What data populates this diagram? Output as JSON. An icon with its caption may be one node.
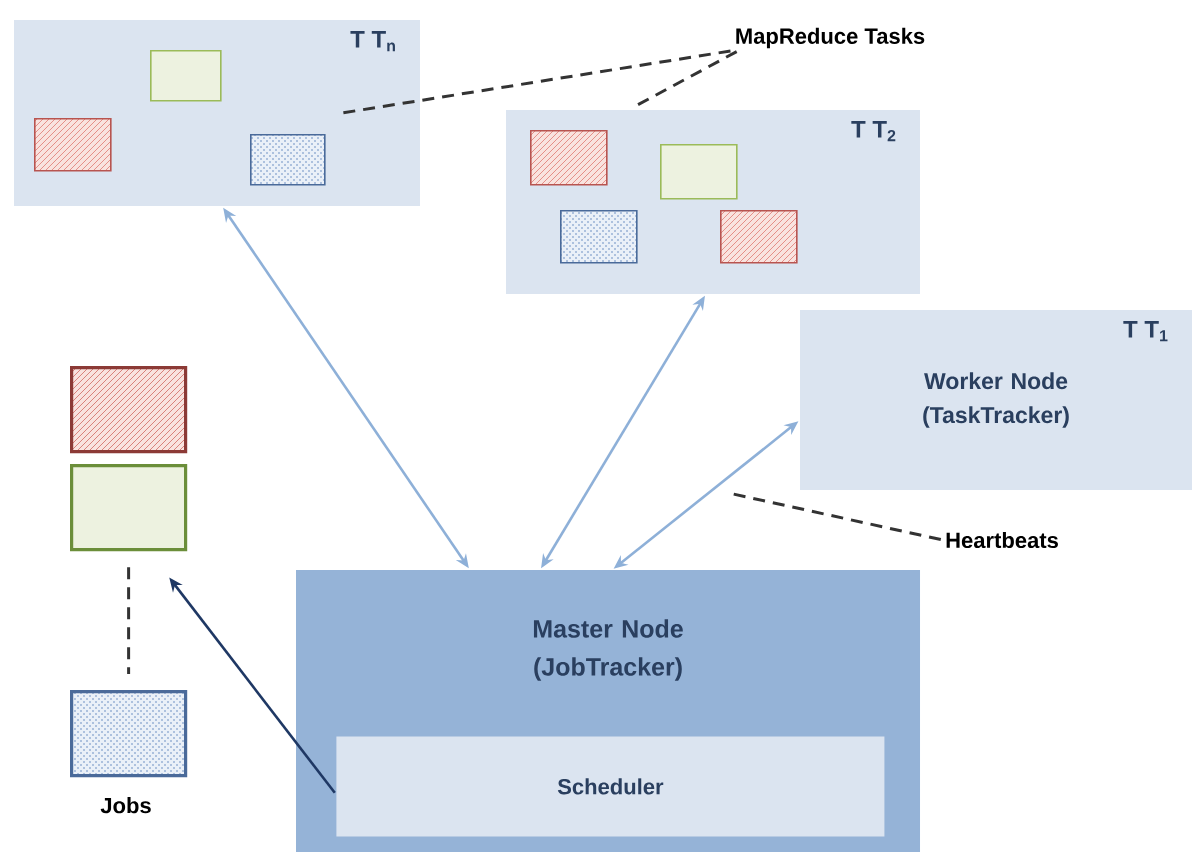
{
  "diagram": {
    "nodes": [
      {
        "text": [
          "T T$_{n}$"
        ]
      },
      {
        "text": [],
        "shape": "box",
        "in": 0
      },
      {
        "text": [],
        "shape": "box",
        "in": 0
      },
      {
        "text": [],
        "shape": "box",
        "in": 0
      },
      {
        "text": [
          "T T$_{2}$"
        ]
      },
      {
        "text": [],
        "shape": "box",
        "in": 4
      },
      {
        "text": [],
        "shape": "box",
        "in": 4
      },
      {
        "text": [],
        "shape": "box",
        "in": 4
      },
      {
        "text": [],
        "shape": "box",
        "in": 4
      },
      {
        "text": [
          "T T$_{1}$",
          "Worker Node (TaskTracker)"
        ]
      },
      {
        "text": [
          "MapReduce Tasks"
        ]
      },
      {
        "text": [
          "Heartbeats"
        ]
      },
      {
        "text": [
          "Master Node (JobTracker)"
        ]
      },
      {
        "text": [
          "Scheduler"
        ],
        "in": 12
      },
      {
        "text": [],
        "shape": "box"
      },
      {
        "text": [],
        "shape": "box"
      },
      {
        "text": [],
        "shape": "box",
        "beside": [
          "Jobs"
        ]
      }
    ],
    "edges": [
      {
        "from": 12,
        "to": 0,
        "arrow": "both",
        "color": "#8eb0d8"
      },
      {
        "from": 12,
        "to": 4,
        "arrow": "both",
        "color": "#8eb0d8"
      },
      {
        "from": 12,
        "to": 9,
        "arrow": "both",
        "color": "#8eb0d8"
      },
      {
        "from": 10,
        "to": 3,
        "arrow": "none",
        "style": "dashed"
      },
      {
        "from": 10,
        "to": 5,
        "arrow": "none",
        "style": "dashed"
      },
      {
        "from": 11,
        "to": null,
        "arrow": "none",
        "style": "dashed"
      },
      {
        "from": 15,
        "to": 16,
        "arrow": "none",
        "style": "dashed"
      },
      {
        "from": 13,
        "to": 15,
        "arrow": "to",
        "color": "#1f3864"
      }
    ]
  }
}
